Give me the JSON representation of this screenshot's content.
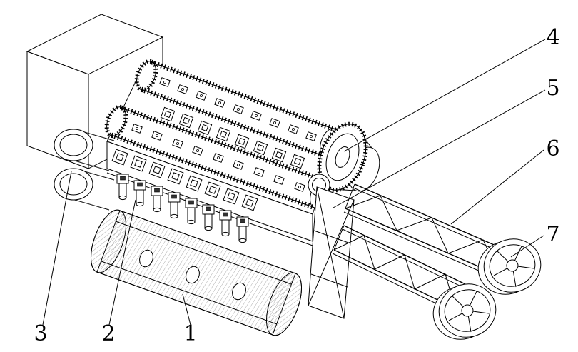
{
  "figure": {
    "background_color": "#ffffff",
    "line_color": "#000000",
    "callouts": [
      {
        "label": "4"
      },
      {
        "label": "5"
      },
      {
        "label": "6"
      },
      {
        "label": "7"
      },
      {
        "label": "3"
      },
      {
        "label": "2"
      },
      {
        "label": "1"
      }
    ]
  }
}
